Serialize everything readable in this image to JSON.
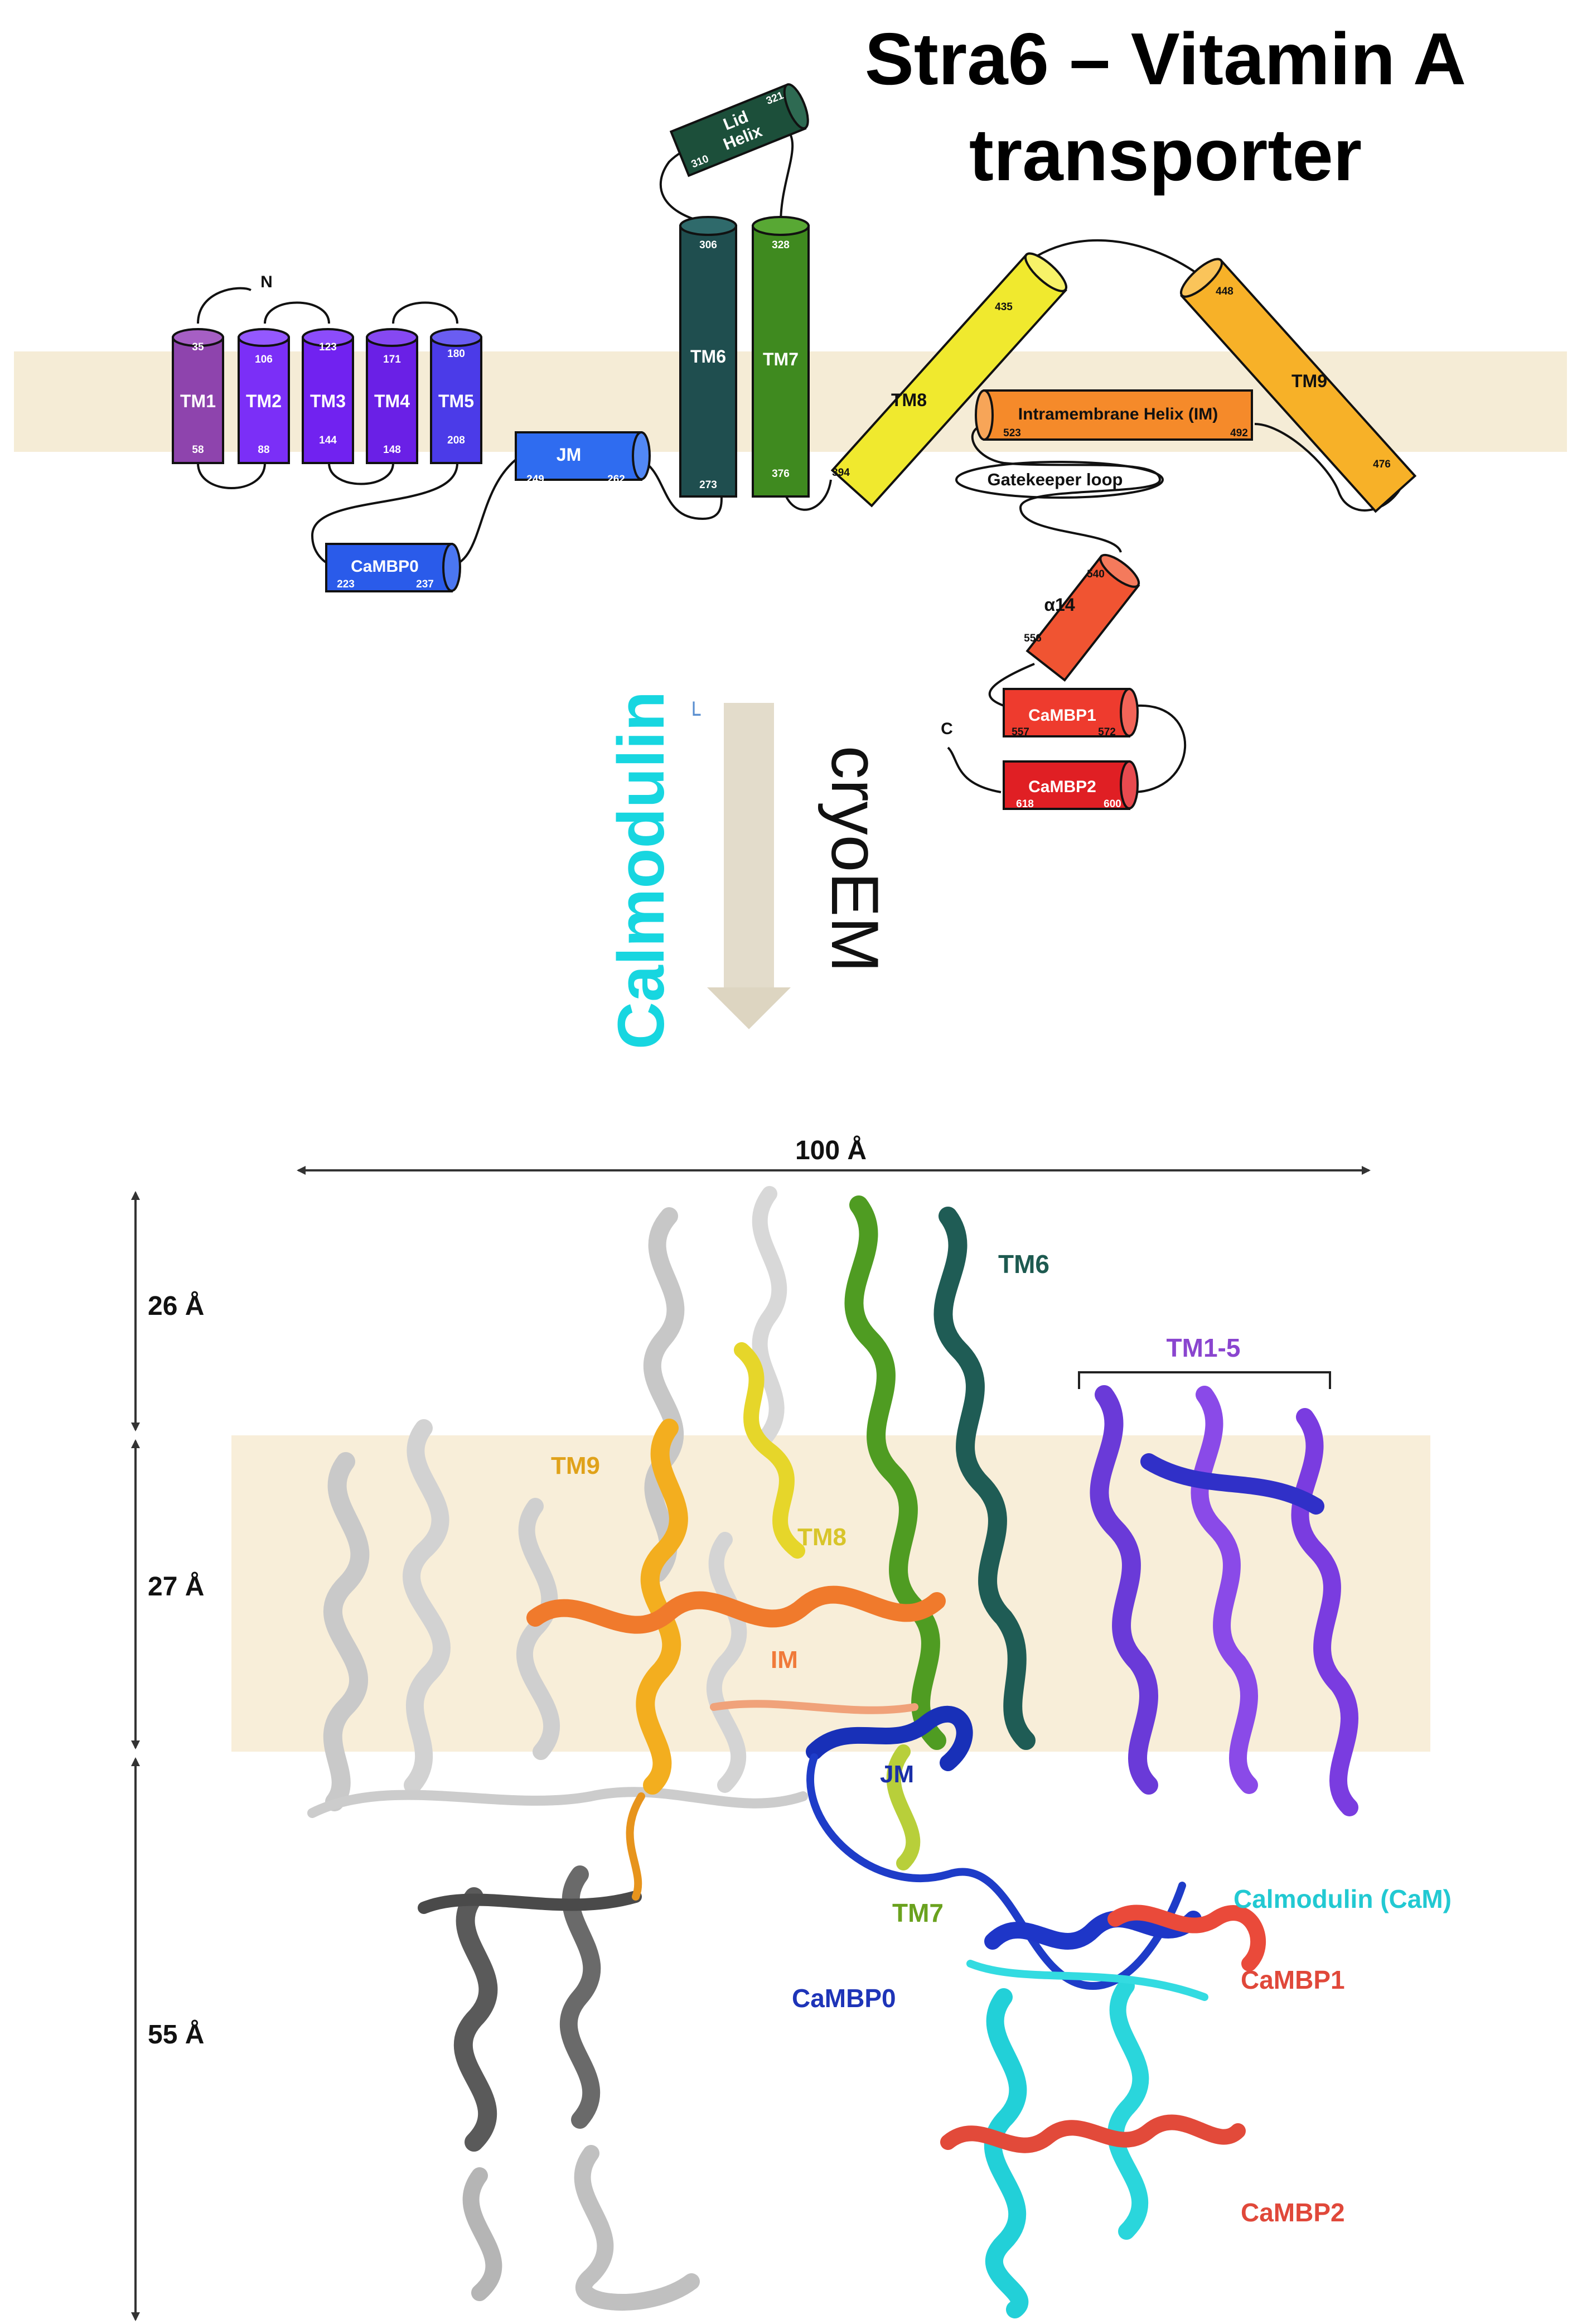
{
  "title": {
    "line1": "Stra6 – Vitamin A",
    "line2": "transporter"
  },
  "colors": {
    "membrane": "#f5ecd6",
    "tm1": "#8e44ad",
    "tm2_5": "#7b2ff7",
    "tm5": "#4b3be8",
    "cambp0": "#2a5bea",
    "jm": "#2f6cf0",
    "tm6": "#1f4e4f",
    "tm7": "#3f8a1f",
    "lid": "#1c4f3a",
    "tm8": "#f0e92e",
    "im": "#f58a2a",
    "tm9": "#f7b128",
    "a14": "#f05432",
    "cambp1": "#ee3b2e",
    "cambp2": "#e01f24",
    "calmodulin": "#17d6e0",
    "arrow": "#e3dccb"
  },
  "topology": {
    "n_term": "N",
    "c_term": "C",
    "gatekeeper": "Gatekeeper loop",
    "helices": [
      {
        "id": "tm1",
        "label": "TM1",
        "start": "35",
        "end": "58"
      },
      {
        "id": "tm2",
        "label": "TM2",
        "start": "106",
        "end": "88"
      },
      {
        "id": "tm3",
        "label": "TM3",
        "start": "123",
        "end": "144"
      },
      {
        "id": "tm4",
        "label": "TM4",
        "start": "171",
        "end": "148"
      },
      {
        "id": "tm5",
        "label": "TM5",
        "start": "180",
        "end": "208"
      },
      {
        "id": "cambp0",
        "label": "CaMBP0",
        "start": "223",
        "end": "237"
      },
      {
        "id": "jm",
        "label": "JM",
        "start": "249",
        "end": "262"
      },
      {
        "id": "tm6",
        "label": "TM6",
        "start": "306",
        "end": "273"
      },
      {
        "id": "lid",
        "label_line1": "Lid",
        "label_line2": "Helix",
        "start": "310",
        "end": "321"
      },
      {
        "id": "tm7",
        "label": "TM7",
        "start": "328",
        "end": "376"
      },
      {
        "id": "tm8",
        "label": "TM8",
        "start": "394",
        "end": "435"
      },
      {
        "id": "tm9",
        "label": "TM9",
        "start": "448",
        "end": "476"
      },
      {
        "id": "im",
        "label": "Intramembrane Helix (IM)",
        "start": "523",
        "end": "492"
      },
      {
        "id": "a14",
        "label": "α14",
        "start": "540",
        "end": "556"
      },
      {
        "id": "cambp1",
        "label": "CaMBP1",
        "start": "557",
        "end": "572"
      },
      {
        "id": "cambp2",
        "label": "CaMBP2",
        "start": "618",
        "end": "600"
      }
    ]
  },
  "transition": {
    "left_label": "Calmodulin",
    "right_label": "cryoEM",
    "small_mark": "└"
  },
  "structure": {
    "width_label": "100 Å",
    "dim_top": "26 Å",
    "dim_mid": "27 Å",
    "dim_bottom": "55 Å",
    "labels": {
      "tm6": "TM6",
      "tm1_5": "TM1-5",
      "tm9": "TM9",
      "tm8": "TM8",
      "im": "IM",
      "jm": "JM",
      "tm7": "TM7",
      "calmodulin": "Calmodulin (CaM)",
      "cambp0": "CaMBP0",
      "cambp1": "CaMBP1",
      "cambp2": "CaMBP2"
    }
  }
}
